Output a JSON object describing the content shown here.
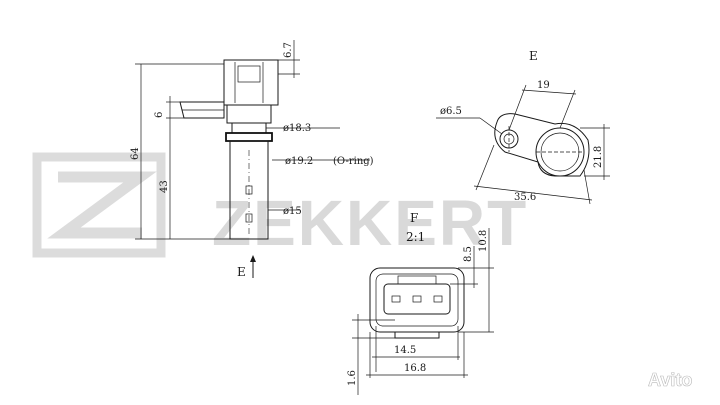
{
  "watermark": {
    "brand": "ZEKKERT",
    "marketplace": "Avito"
  },
  "side_view": {
    "view_label": "E",
    "dims": {
      "top_height": "6.7",
      "overall": "64",
      "flange": "6",
      "lower": "43",
      "dia_body": "ø18.3",
      "dia_oring": "ø19.2",
      "oring_note": "(O-ring)",
      "dia_tip": "ø15"
    }
  },
  "top_view": {
    "view_label": "E",
    "dims": {
      "hole": "ø6.5",
      "offset": "19",
      "height": "21.8",
      "length": "35.6"
    }
  },
  "connector_view": {
    "view_label": "F",
    "scale": "2:1",
    "dims": {
      "h1": "8.5",
      "h2": "10.8",
      "w1": "14.5",
      "w2": "16.8",
      "pin": "1.6"
    }
  }
}
